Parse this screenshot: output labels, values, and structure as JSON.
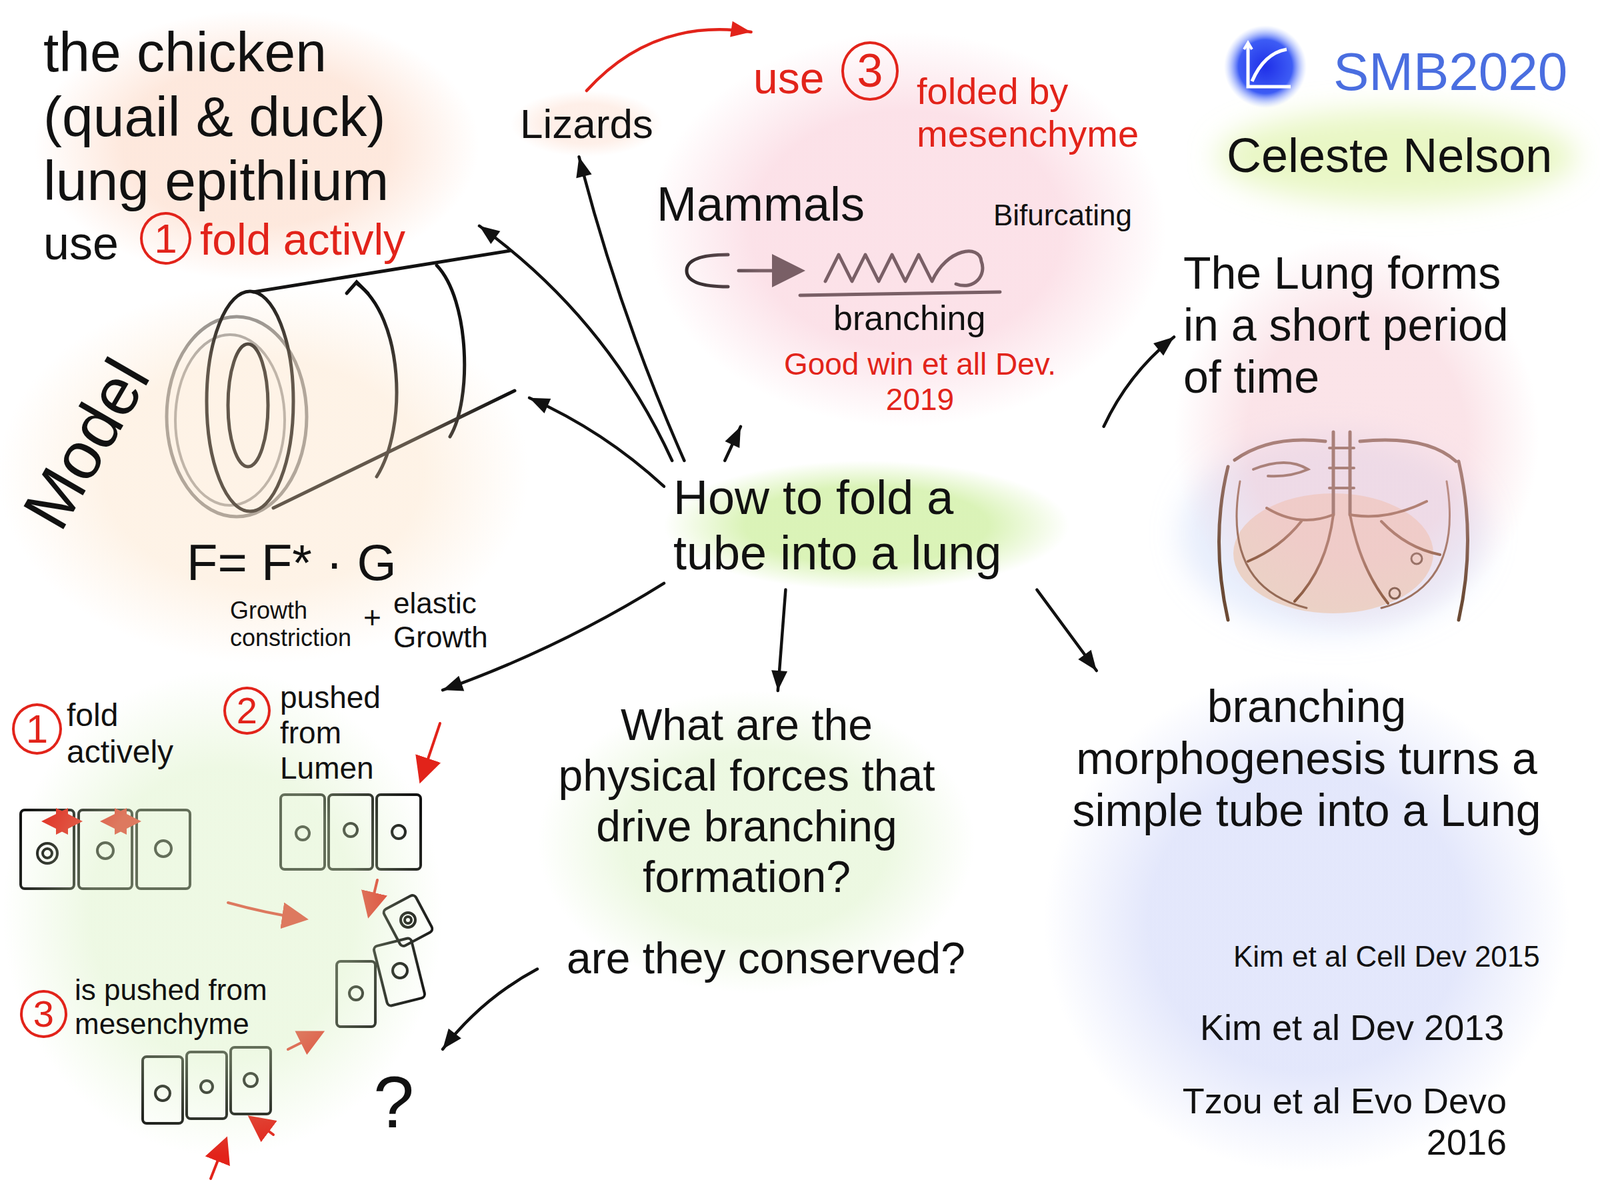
{
  "diagram": {
    "nodes": [
      {
        "text": [
          "How to fold a tube into a lung"
        ]
      },
      {
        "text": [
          "the chicken (quail & duck) lung epithlium",
          "use",
          "1",
          "fold activly"
        ]
      },
      {
        "text": [
          "Lizards"
        ]
      },
      {
        "text": [
          "use",
          "3",
          "folded by mesenchyme",
          "Mammals",
          "Bifurcating",
          "branching",
          "Good win et all Dev. 2019"
        ]
      },
      {
        "text": [
          "The Lung forms in a short period of time"
        ]
      },
      {
        "text": [
          "Model",
          "F= F* · G",
          "Growth constriction",
          "+",
          "elastic Growth"
        ]
      },
      {
        "text": [
          "1",
          "fold actively",
          "2",
          "pushed from Lumen",
          "3",
          "is pushed from mesenchyme",
          "?"
        ]
      },
      {
        "text": [
          "What are the physical forces that drive branching formation?",
          "are they conserved?"
        ]
      },
      {
        "text": [
          "branching morphogenesis turns a simple tube into a Lung",
          "Kim et al Cell Dev 2015",
          "Kim et al Dev 2013",
          "Tzou et al Evo Devo 2016"
        ]
      }
    ],
    "edges": [
      {
        "from": 0,
        "to": 1,
        "arrow": "to"
      },
      {
        "from": 0,
        "to": 2,
        "arrow": "to"
      },
      {
        "from": 2,
        "to": 3,
        "arrow": "to"
      },
      {
        "from": 0,
        "to": 3,
        "arrow": "to"
      },
      {
        "from": 3,
        "to": 4,
        "arrow": "to"
      },
      {
        "from": 0,
        "to": 5,
        "arrow": "to"
      },
      {
        "from": 0,
        "to": 6,
        "arrow": "to"
      },
      {
        "from": 0,
        "to": 7,
        "arrow": "to"
      },
      {
        "from": 0,
        "to": 8,
        "arrow": "to"
      },
      {
        "from": 7,
        "to": 6,
        "arrow": "to"
      }
    ],
    "labels": [
      "SMB2020",
      "Celeste Nelson"
    ]
  }
}
